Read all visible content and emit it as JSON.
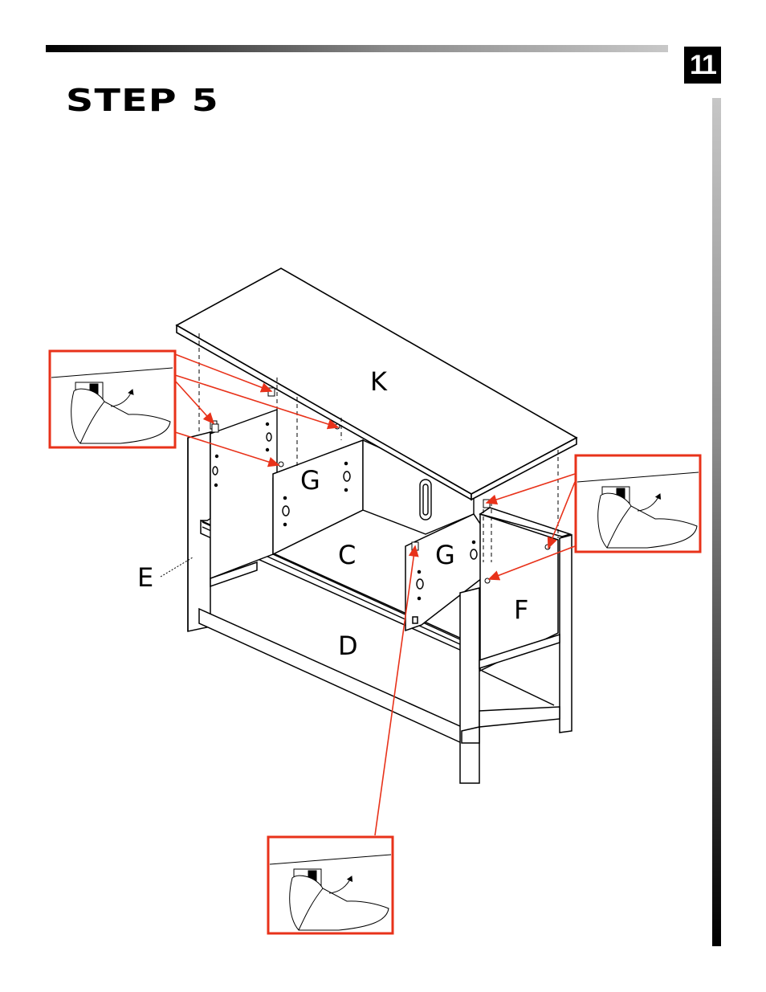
{
  "header": {
    "page_number": "11",
    "step_title": "STEP 5"
  },
  "diagram": {
    "parts": {
      "top_panel": "K",
      "divider_left": "G",
      "divider_right": "G",
      "bottom_panel": "C",
      "back_panel": "D",
      "left_side": "E",
      "right_side": "F"
    },
    "callouts": [
      {
        "id": "callout-left",
        "icon": "cam-lock-turn-detail"
      },
      {
        "id": "callout-right",
        "icon": "cam-lock-turn-detail"
      },
      {
        "id": "callout-bottom",
        "icon": "cam-lock-turn-detail"
      }
    ],
    "colors": {
      "callout_border": "#e8321a",
      "arrow": "#e8321a",
      "line": "#000000"
    }
  }
}
